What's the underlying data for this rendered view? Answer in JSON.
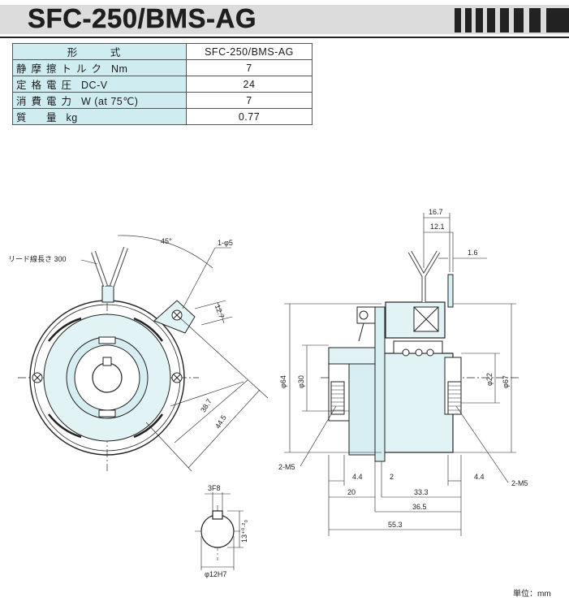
{
  "title": "SFC-250/BMS-AG",
  "spec_table": {
    "header": {
      "label": "形　式",
      "value": "SFC-250/BMS-AG"
    },
    "rows": [
      {
        "label": "静摩擦トルク",
        "unit": "Nm",
        "value": "7"
      },
      {
        "label": "定格電圧",
        "unit": "DC-V",
        "value": "24"
      },
      {
        "label": "消費電力",
        "unit": "W (at 75℃)",
        "value": "7"
      },
      {
        "label": "質　量",
        "unit": "kg",
        "value": "0.77"
      }
    ]
  },
  "front_view": {
    "lead_label": "リード線長さ 300",
    "angle": "45°",
    "hole": "1-φ5",
    "dim_12_7": "12.7",
    "dim_38_7": "38.7",
    "dim_44_5": "44.5"
  },
  "keyway_view": {
    "width": "3F8",
    "depth": "13⁺⁰·²₀",
    "bore": "φ12H7"
  },
  "side_view": {
    "dim_16_7": "16.7",
    "dim_12_1": "12.1",
    "dim_1_6": "1.6",
    "dia_64": "φ64",
    "dia_30": "φ30",
    "dia_22": "φ22",
    "dia_67": "φ67",
    "tap_left": "2-M5",
    "tap_right": "2-M5",
    "dim_4_4_left": "4.4",
    "dim_2": "2",
    "dim_4_4_right": "4.4",
    "dim_20": "20",
    "dim_33_3": "33.3",
    "dim_36_5": "36.5",
    "dim_55_3": "55.3"
  },
  "unit_label": "単位：mm",
  "colors": {
    "accent": "#dff2f5",
    "banner": "#dcdcdc",
    "line": "#222222"
  }
}
